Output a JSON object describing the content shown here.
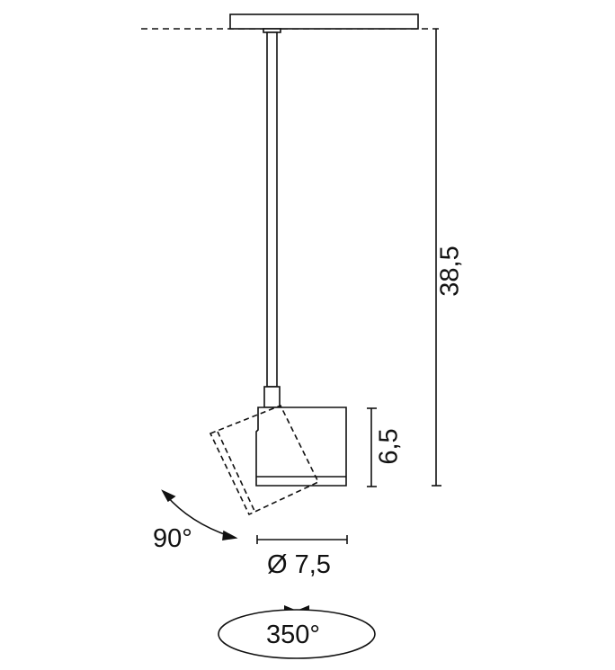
{
  "dimensions": {
    "total_height": "38,5",
    "head_height": "6,5",
    "diameter": "Ø 7,5",
    "tilt_angle": "90°",
    "rotation_angle": "350°"
  },
  "colors": {
    "line": "#111111",
    "background": "#ffffff"
  }
}
